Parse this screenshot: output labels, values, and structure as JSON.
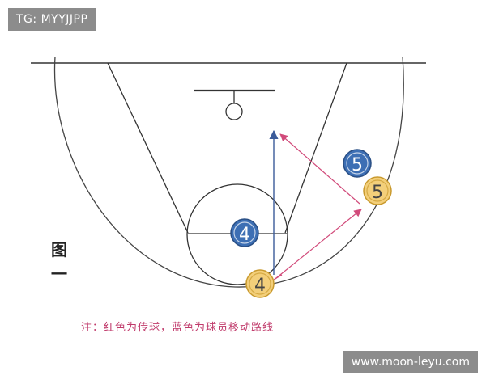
{
  "watermark_top": "TG: MYYJJPP",
  "watermark_bottom": "www.moon-leyu.com",
  "figure_label": "图一",
  "note": "注：红色为传球，蓝色为球员移动路线",
  "colors": {
    "court_line": "#333333",
    "pass_arrow": "#d14a7a",
    "move_arrow": "#3b5b9a",
    "blue_player_fill": "#3d6fb4",
    "yellow_player_fill": "#f3cf7a",
    "yellow_player_stroke": "#c99a2e",
    "note_text": "#c03a6b"
  },
  "players": [
    {
      "id": "blue-5",
      "label": "5",
      "team": "blue"
    },
    {
      "id": "yellow-5",
      "label": "5",
      "team": "yellow"
    },
    {
      "id": "blue-4",
      "label": "4",
      "team": "blue"
    },
    {
      "id": "yellow-4",
      "label": "4",
      "team": "yellow"
    }
  ]
}
